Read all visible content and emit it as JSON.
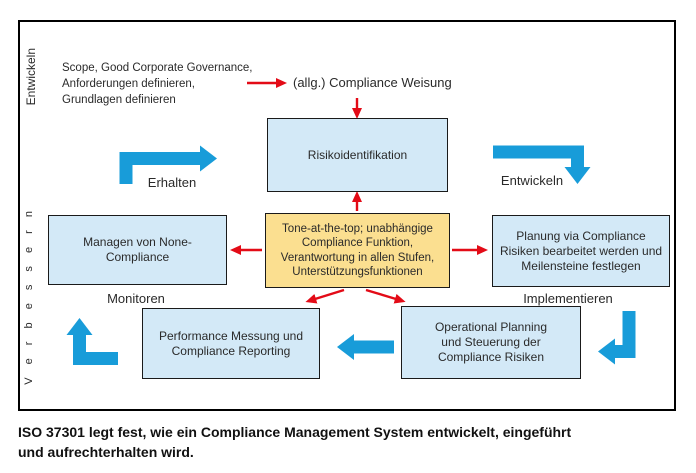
{
  "colors": {
    "box_blue": "#d3e9f7",
    "box_yellow": "#fbdf90",
    "arrow_blue": "#189cd9",
    "arrow_red": "#e30b17",
    "frame": "#000000",
    "text": "#2a2a2a"
  },
  "phase_labels": {
    "entwickeln_vertical": "Entwickeln",
    "verbessern_vertical": "V e r b e s s e r n"
  },
  "intro": {
    "text": "Scope, Good Corporate Governance,\nAnforderungen definieren,\nGrundlagen definieren"
  },
  "weisung": {
    "label": "(allg.) Compliance Weisung"
  },
  "boxes": {
    "risiko": {
      "text": "Risikoidentifikation"
    },
    "center": {
      "text": "Tone-at-the-top; unabhängige\nCompliance Funktion,\nVerantwortung in allen Stufen,\nUnterstützungsfunktionen"
    },
    "managen": {
      "text": "Managen von None-Compliance"
    },
    "planung": {
      "text": "Planung via Compliance\nRisiken bearbeitet werden und\nMeilensteine festlegen"
    },
    "performance": {
      "text": "Performance Messung und\nCompliance Reporting"
    },
    "operational": {
      "text": "Operational Planning\nund Steuerung der\nCompliance Risiken"
    }
  },
  "cycle": {
    "erhalten": "Erhalten",
    "entwickeln": "Entwickeln",
    "monitoren": "Monitoren",
    "implementieren": "Implementieren"
  },
  "caption": "ISO 37301 legt fest, wie ein Compliance Management System entwickelt, eingeführt\nund aufrechterhalten wird."
}
